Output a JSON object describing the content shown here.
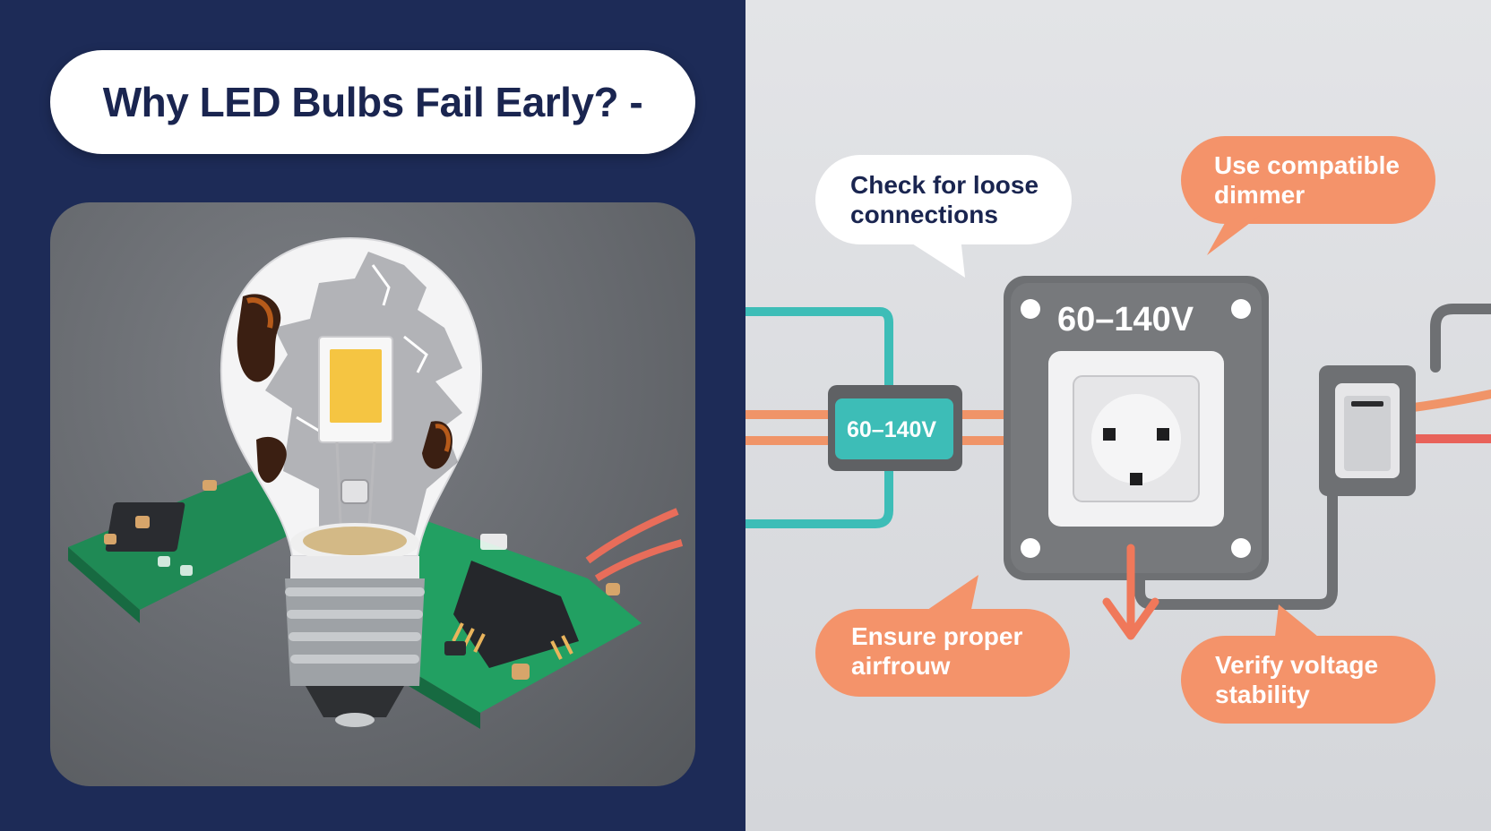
{
  "header": {
    "title": "Why LED Bulbs Fail Early? -"
  },
  "diagram": {
    "socket_voltage": "60–140V",
    "module_voltage": "60–140V",
    "tips": [
      {
        "line1": "Check for loose",
        "line2": "connections",
        "style": "white"
      },
      {
        "line1": "Use compatible",
        "line2": "dimmer",
        "style": "orange"
      },
      {
        "line1": "Ensure proper",
        "line2": "airfrouw",
        "style": "orange"
      },
      {
        "line1": "Verify voltage",
        "line2": "stability",
        "style": "orange"
      }
    ]
  },
  "colors": {
    "navy": "#1d2b57",
    "orange": "#f4936a",
    "teal": "#3dbdb7",
    "gray_device": "#6e7073"
  }
}
